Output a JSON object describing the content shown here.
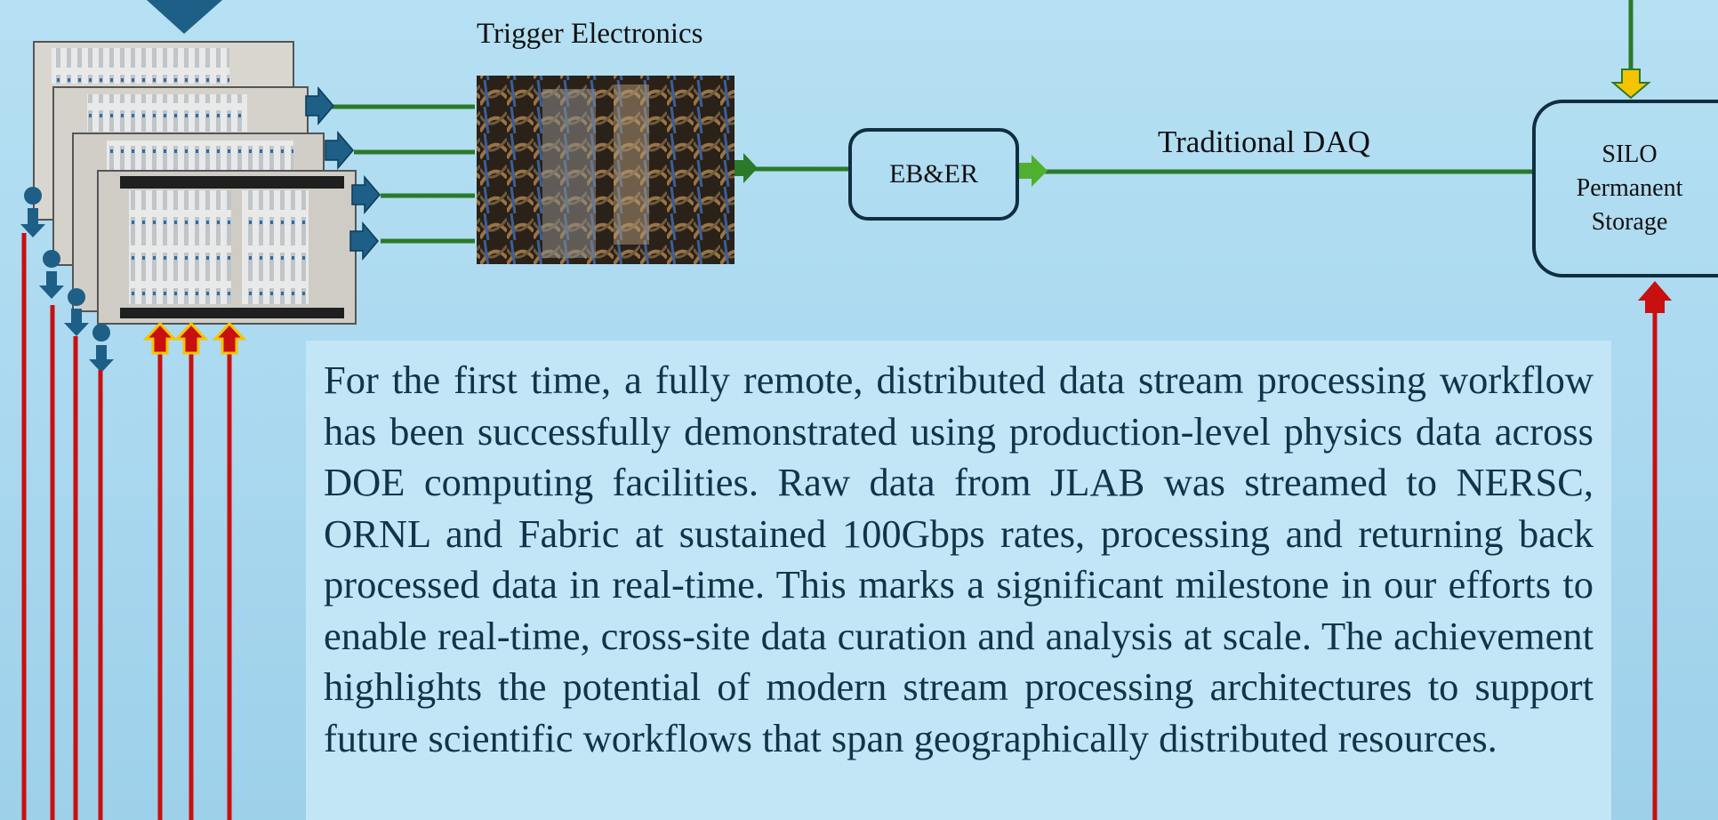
{
  "diagram": {
    "trigger_title": "Trigger Electronics",
    "eb_er_label": "EB&ER",
    "daq_label": "Traditional DAQ",
    "silo_lines": [
      "SILO",
      "Permanent",
      "Storage"
    ],
    "crate_image": "photo of electronics crates with readout modules",
    "trigger_image": "photo of trigger electronics with cables",
    "colors": {
      "link_green": "#2a7a2a",
      "red_line": "#c81010",
      "blue_arrow": "#1d5f86",
      "yellow_arrow": "#f5c400",
      "box_border": "#0f2f3f"
    }
  },
  "summary": {
    "text": "For the first time, a fully remote, distributed data stream processing workflow has been successfully demonstrated using production-level physics data across DOE computing facilities. Raw data from JLAB was streamed to NERSC, ORNL and Fabric at sustained 100Gbps rates, processing and returning back processed data in real-time. This marks a significant milestone in our efforts to enable real-time, cross-site data curation and analysis at scale. The achievement highlights the potential of modern stream processing architectures to support future scientific workflows that span geographically distributed resources."
  }
}
